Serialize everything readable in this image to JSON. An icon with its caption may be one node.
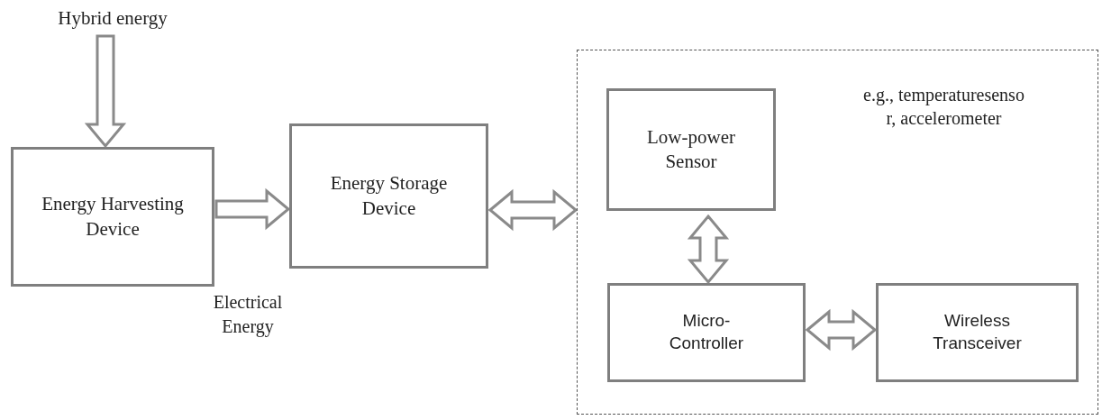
{
  "diagram": {
    "nodes": [
      {
        "text": [
          "Hybrid energy"
        ]
      },
      {
        "text": [
          "Energy Harvesting Device"
        ]
      },
      {
        "text": [
          "Energy Storage Device"
        ]
      },
      {
        "text": [],
        "shape": "box"
      },
      {
        "text": [
          "Low-power Sensor"
        ],
        "in": 3
      },
      {
        "text": [
          "Micro-Controller"
        ],
        "in": 3
      },
      {
        "text": [
          "Wireless Transceiver"
        ],
        "in": 3
      }
    ],
    "edges": [
      {
        "from": 0,
        "to": 1,
        "arrow": "to"
      },
      {
        "from": 1,
        "to": 2,
        "arrow": "to",
        "label": "Electrical Energy"
      },
      {
        "from": 2,
        "to": 3,
        "arrow": "both"
      },
      {
        "from": 4,
        "to": 5,
        "arrow": "both"
      },
      {
        "from": 5,
        "to": 6,
        "arrow": "both"
      }
    ],
    "labels": [
      "e.g., temperaturesenso r, accelerometer"
    ]
  }
}
